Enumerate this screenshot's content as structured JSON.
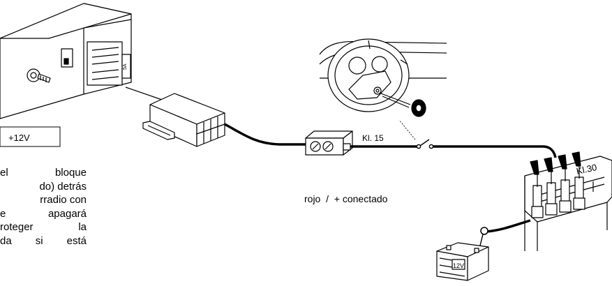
{
  "labels": {
    "voltage_box": "+12V",
    "terminal_15": "Kl. 15",
    "terminal_30": "Kl.30",
    "wire_caption": "rojo  /  + conectado",
    "fuse": "5A",
    "battery": "12V"
  },
  "note_lines": [
    "el bloque",
    "do) detrás",
    "rradio con",
    "e apagará",
    "roteger la",
    "da si está"
  ],
  "icons": {
    "radio": "radio-unit-icon",
    "connector": "iso-connector-icon",
    "steering": "steering-wheel-icon",
    "key": "ignition-key-icon",
    "fusebox": "fuse-box-icon",
    "battery": "battery-icon"
  }
}
